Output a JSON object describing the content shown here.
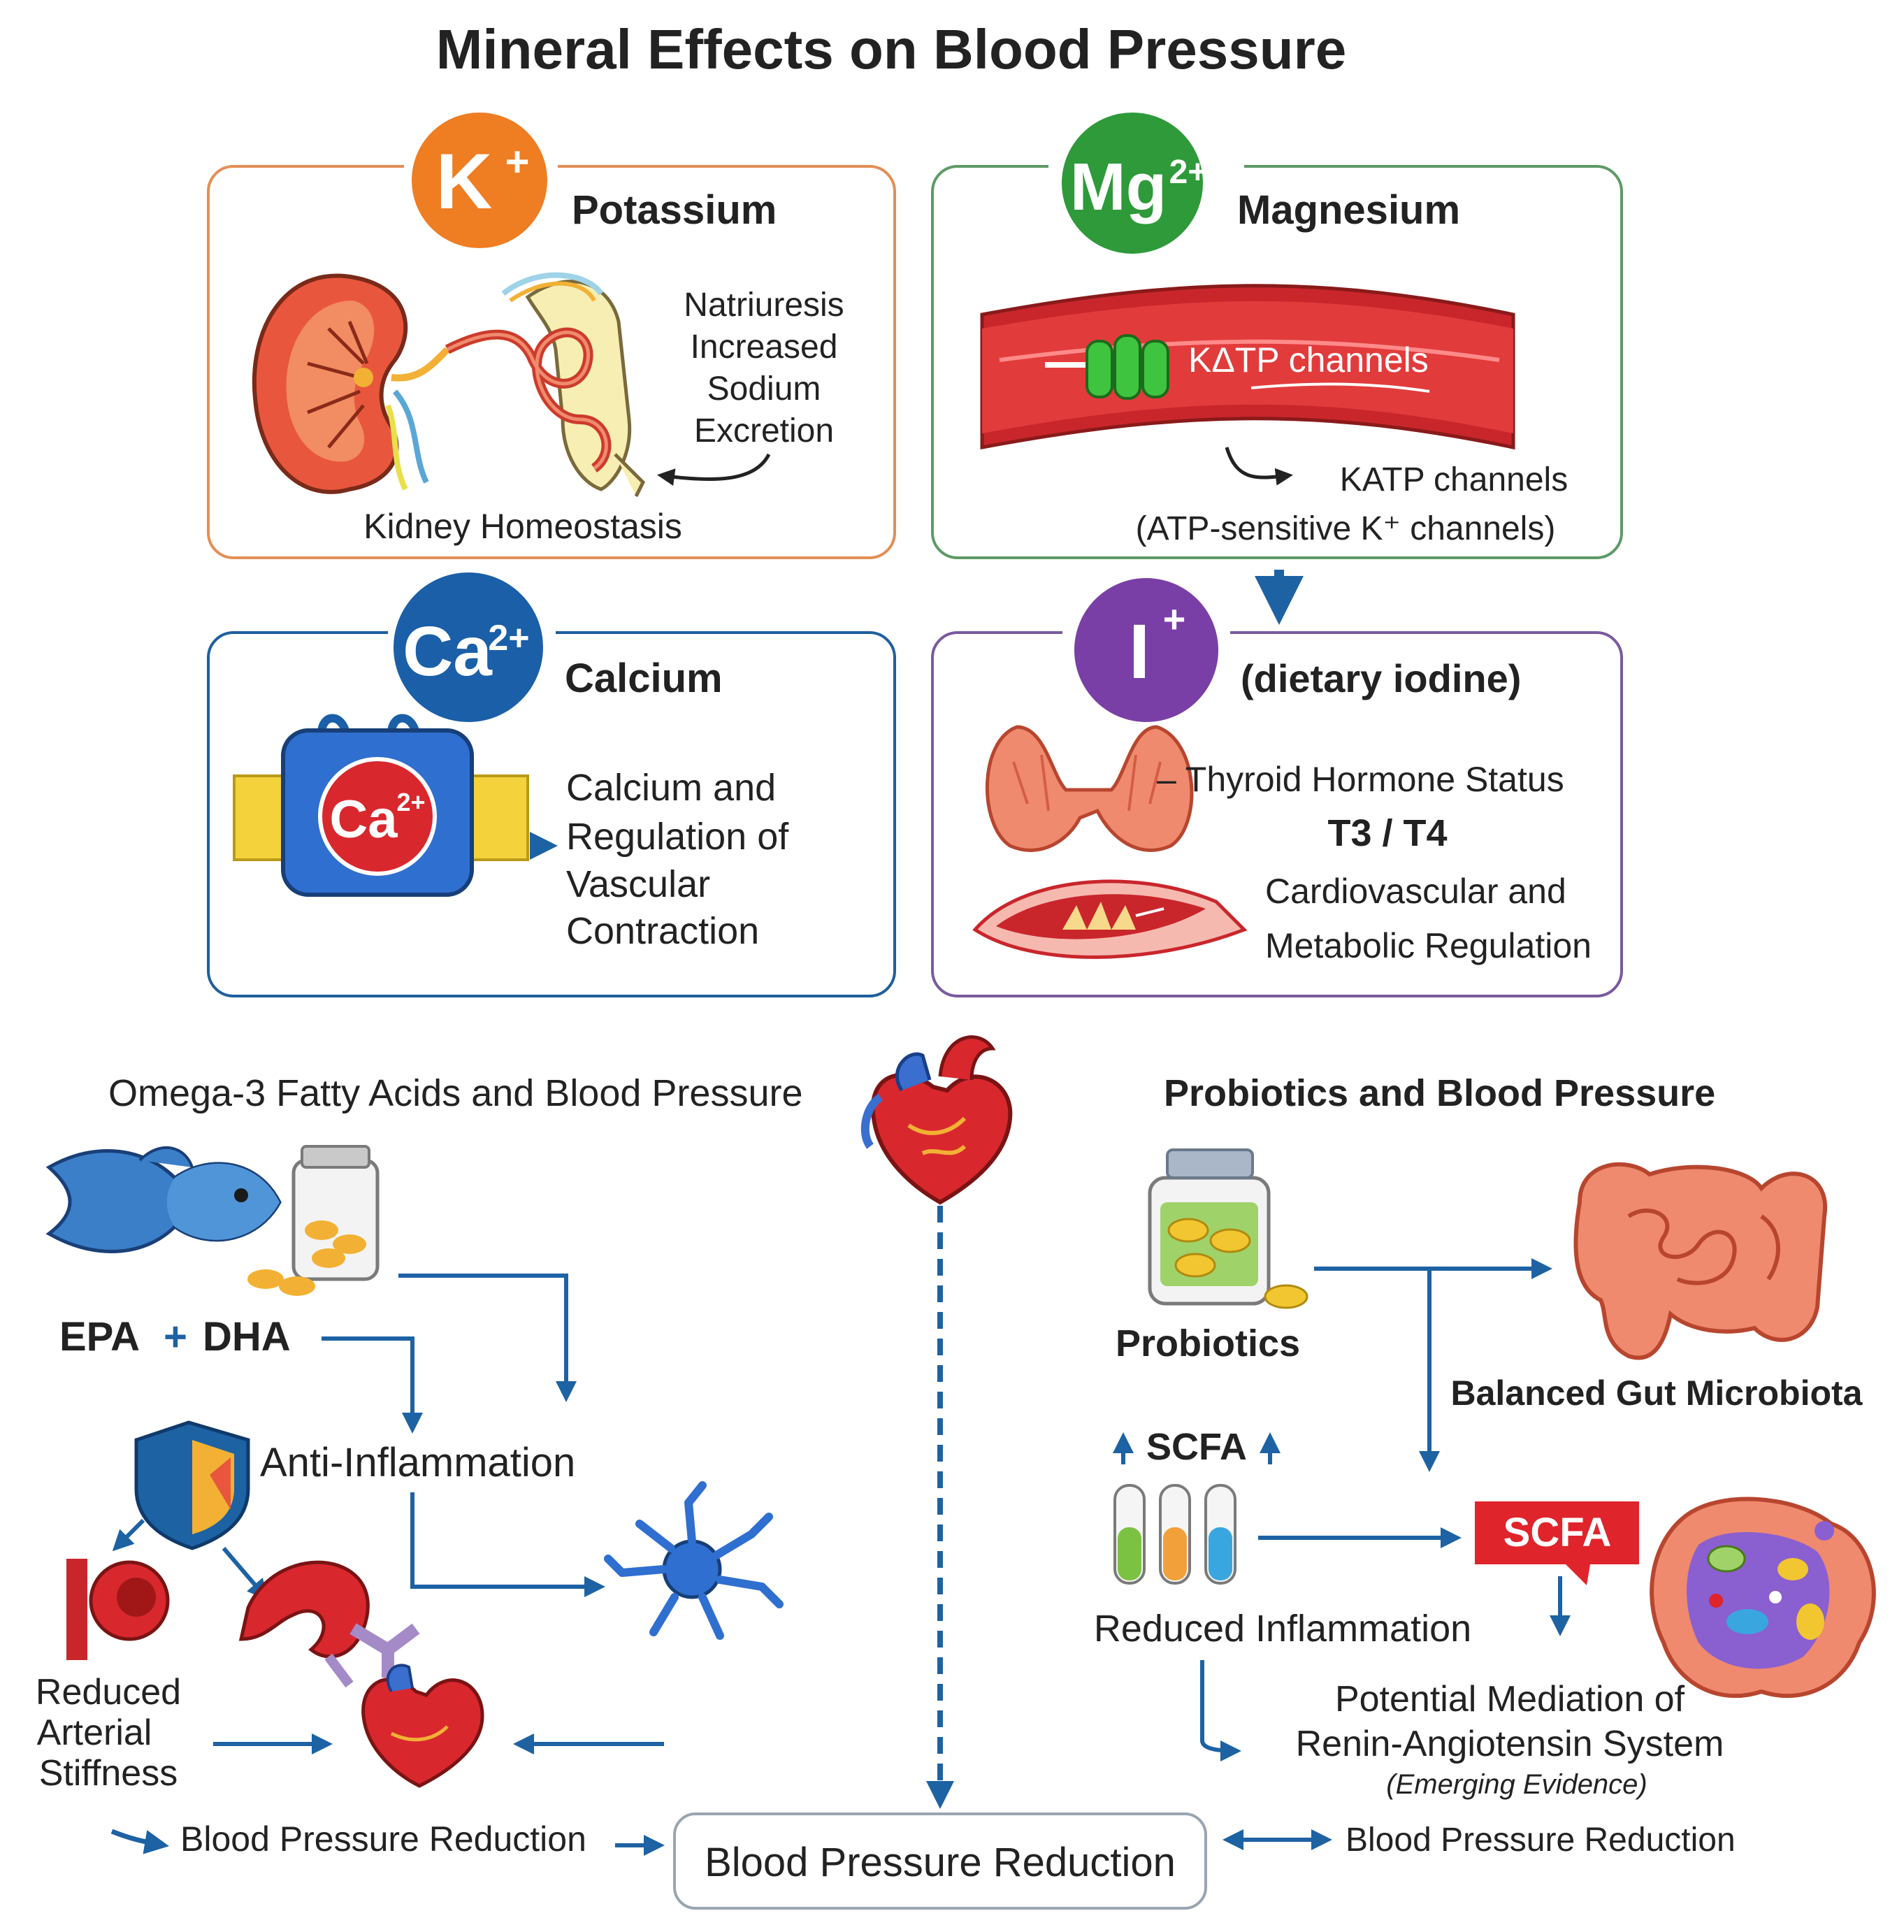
{
  "title": "Mineral Effects on Blood Pressure",
  "colors": {
    "potassium": "#ef7d22",
    "magnesium": "#2e9a3a",
    "calcium": "#1a5fa8",
    "iodine": "#7a3fa6",
    "arrow": "#1d62a3",
    "vessel": "#c9262c",
    "organ": "#e8573d"
  },
  "potassium": {
    "symbol": "K",
    "charge": "+",
    "name": "Potassium",
    "effect_lines": [
      "Natriuresis",
      "Increased",
      "Sodium",
      "Excretion"
    ],
    "caption": "Kidney Homeostasis",
    "icons": [
      "kidney-icon",
      "nephron-icon"
    ]
  },
  "magnesium": {
    "symbol": "Mg",
    "charge": "2+",
    "name": "Magnesium",
    "vessel_label": "KΔTP channels",
    "note_line1": "KATP channels",
    "note_line2": "(ATP-sensitive K⁺ channels)",
    "icons": [
      "blood-vessel-icon",
      "ion-channel-icon"
    ]
  },
  "calcium": {
    "symbol": "Ca",
    "charge": "2+",
    "name": "Calcium",
    "bag_symbol": "Ca",
    "bag_charge": "2+",
    "effect_lines": [
      "Calcium and",
      "Regulation of",
      "Vascular",
      "Contraction"
    ],
    "icons": [
      "calcium-bag-icon"
    ]
  },
  "iodine": {
    "symbol": "I",
    "charge": "+",
    "name": "(dietary iodine)",
    "thyroid_line": "– Thyroid Hormone Status",
    "hormones": "T3 / T4",
    "effect_lines": [
      "Cardiovascular and",
      "Metabolic Regulation"
    ],
    "icons": [
      "thyroid-icon",
      "vessel-section-icon"
    ]
  },
  "omega3": {
    "heading": "Omega-3 Fatty Acids and Blood Pressure",
    "supplement": [
      "EPA",
      "+",
      "DHA"
    ],
    "anti_inflammation": "Anti-Inflammation",
    "stiffness_lines": [
      "Reduced",
      "Arterial",
      "Stiffness"
    ],
    "result": "Blood Pressure Reduction",
    "icons": [
      "fish-icon",
      "capsule-jar-icon",
      "shield-icon",
      "artery-icon",
      "vessel-icon",
      "immune-cell-icon",
      "heart-icon"
    ]
  },
  "probiotics": {
    "heading": "Probiotics and Blood Pressure",
    "label": "Probiotics",
    "gut": "Balanced Gut Microbiota",
    "scfa_up": "SCFA",
    "scfa_box": "SCFA",
    "reduced_inflammation": "Reduced Inflammation",
    "mediation_lines": [
      "Potential Mediation of",
      "Renin-Angiotensin System"
    ],
    "evidence": "(Emerging Evidence)",
    "result": "Blood Pressure Reduction",
    "icons": [
      "probiotic-jar-icon",
      "intestine-icon",
      "test-tubes-icon",
      "microbiota-icon"
    ]
  },
  "center_result": "Blood Pressure Reduction"
}
